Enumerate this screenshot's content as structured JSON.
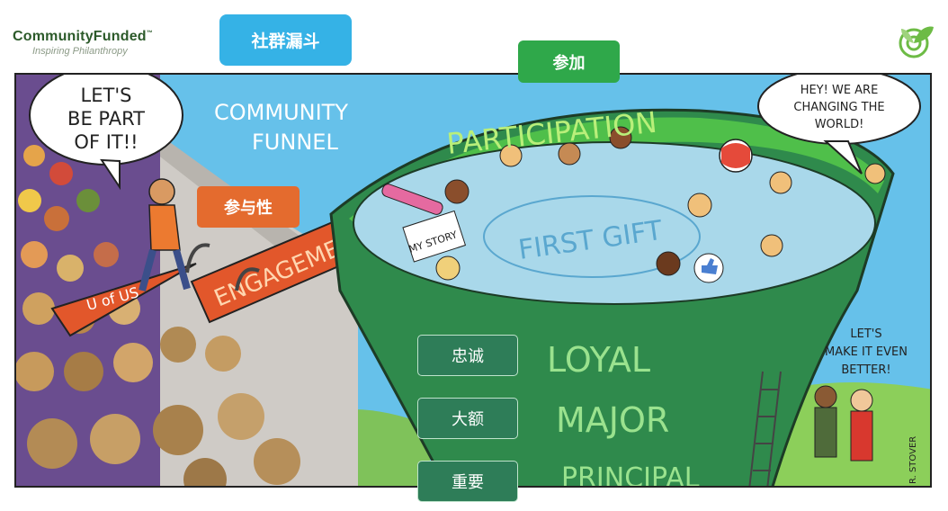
{
  "logo": {
    "name": "CommunityFunded",
    "tm": "™",
    "tagline": "Inspiring Philanthropy"
  },
  "tags": {
    "community_funnel": "社群漏斗",
    "participation": "参加",
    "engagement": "参与性",
    "loyal": "忠诚",
    "major": "大额",
    "principal": "重要"
  },
  "cartoon": {
    "title_line1": "COMMUNITY",
    "title_line2": "FUNNEL",
    "bubble_left": [
      "LET'S",
      "BE PART",
      "OF IT!!"
    ],
    "bubble_right": [
      "HEY! WE ARE",
      "CHANGING THE",
      "WORLD!"
    ],
    "bubble_bottom": [
      "LET'S",
      "MAKE IT EVEN",
      "BETTER!"
    ],
    "funnel_levels": [
      "PARTICIPATION",
      "LOYAL",
      "MAJOR",
      "PRINCIPAL"
    ],
    "pool_text": "FIRST GIFT",
    "banner_text": "ENGAGEMENT",
    "pennant_text": "U of US",
    "sign_text": "MY STORY",
    "signature": "R. STOVER"
  },
  "colors": {
    "sky": "#57b9e6",
    "funnel_green": "#2f8a4c",
    "participation_green": "#4fbf4a",
    "water": "#a9d8ea",
    "stage_gray": "#c9c6c2"
  }
}
